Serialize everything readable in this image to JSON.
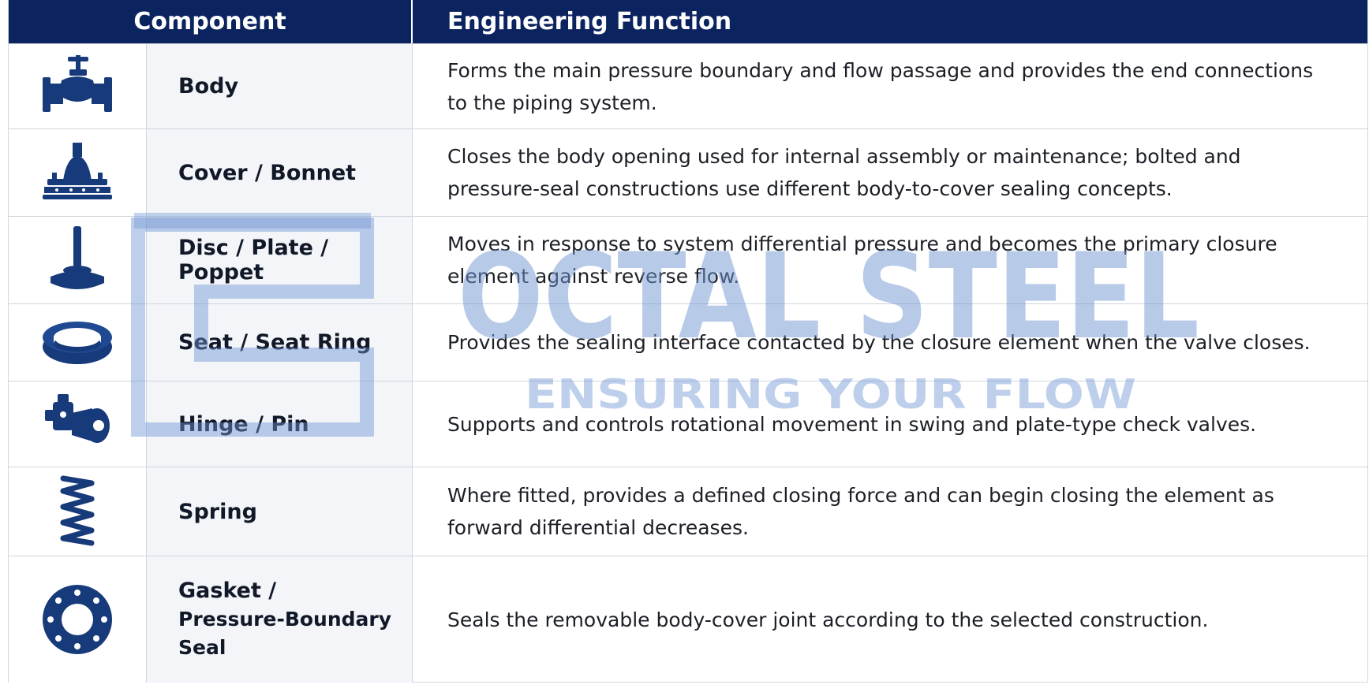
{
  "header": {
    "component": "Component",
    "function": "Engineering Function"
  },
  "rows": [
    {
      "icon": "globe-valve-icon",
      "name": "Body",
      "function": "Forms the main pressure boundary and flow passage and provides the end connections to the piping system."
    },
    {
      "icon": "bonnet-icon",
      "name": "Cover / Bonnet",
      "function": "Closes the body opening used for internal assembly or maintenance; bolted and pressure-seal constructions use different body-to-cover sealing concepts."
    },
    {
      "icon": "disc-poppet-icon",
      "name": "Disc / Plate / Poppet",
      "function": "Moves in response to system differential pressure and becomes the primary closure element against reverse flow."
    },
    {
      "icon": "seat-ring-icon",
      "name": "Seat / Seat Ring",
      "function": "Provides the sealing interface contacted by the closure element when the valve closes."
    },
    {
      "icon": "hinge-pin-icon",
      "name": "Hinge / Pin",
      "function": "Supports and controls rotational movement in swing and plate-type check valves."
    },
    {
      "icon": "spring-icon",
      "name": "Spring",
      "function": "Where fitted, provides a defined closing force and can begin closing the element as forward differential decreases."
    },
    {
      "icon": "gasket-icon",
      "name_line1": "Gasket /",
      "name_line2": "Pressure-Boundary Seal",
      "function": "Seals the removable body-cover joint according to the selected construction."
    }
  ],
  "watermark": {
    "brand": "OCTAL STEEL",
    "tagline": "ENSURING YOUR FLOW"
  },
  "colors": {
    "header_bg": "#0b2460",
    "icon_color": "#173a7a",
    "watermark": "#6f95d2"
  }
}
